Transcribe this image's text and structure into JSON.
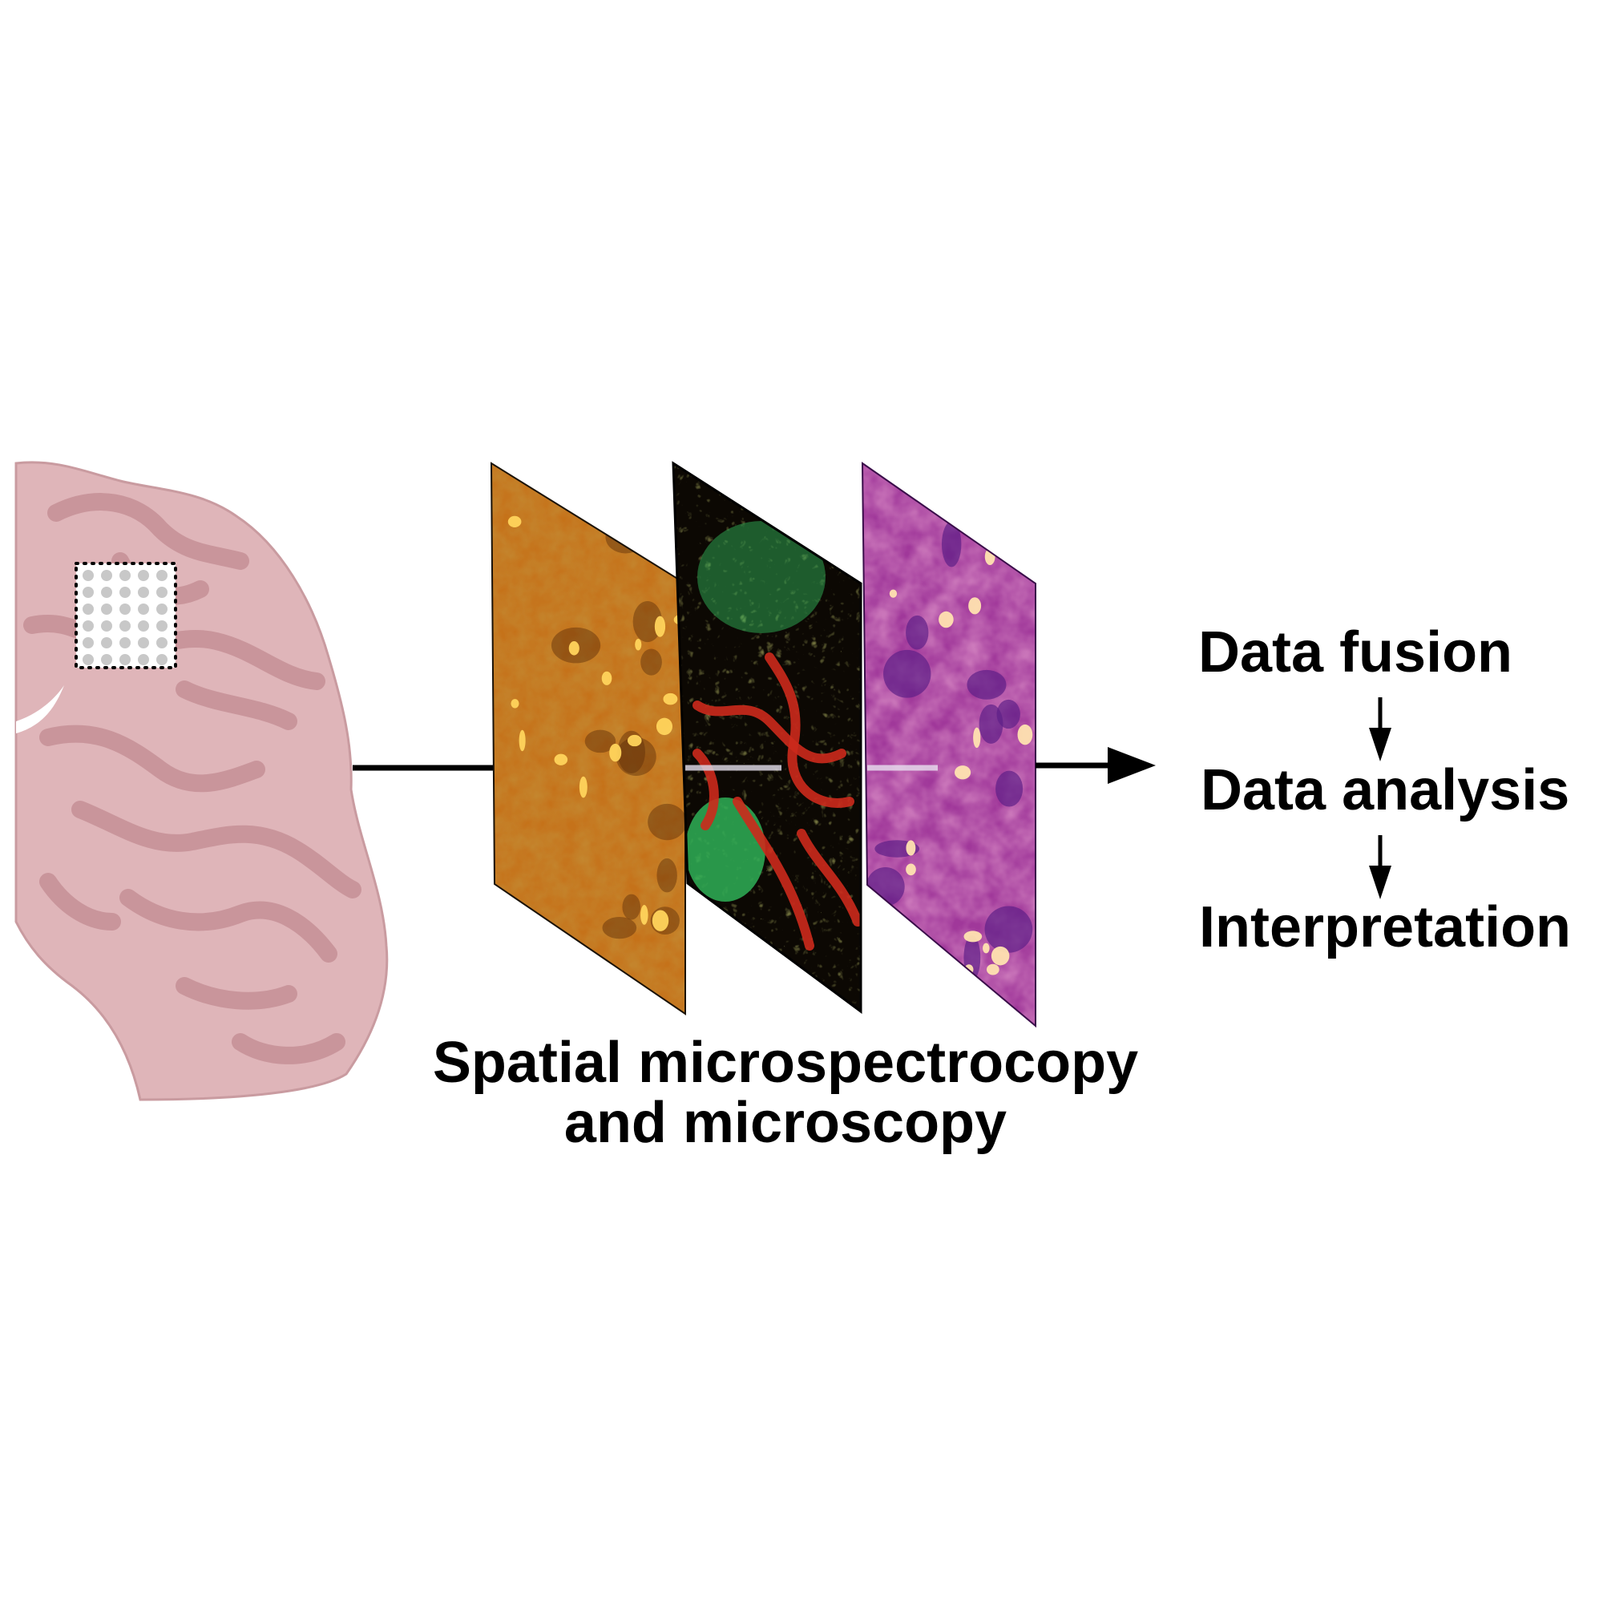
{
  "caption": {
    "line1": "Spatial microspectrocopy",
    "line2": "and microscopy"
  },
  "workflow": {
    "steps": [
      "Data fusion",
      "Data analysis",
      "Interpretation"
    ]
  },
  "panels": [
    {
      "name": "orange-spectral-map",
      "colors": [
        "#c5721a",
        "#8e4a0f",
        "#e0a04a",
        "#5a2c08"
      ]
    },
    {
      "name": "fluorescence-map",
      "colors": [
        "#0c0803",
        "#cc2a1c",
        "#b7c232",
        "#2fb057"
      ]
    },
    {
      "name": "magenta-spectral-map",
      "colors": [
        "#a0389a",
        "#d466a8",
        "#5e1f88",
        "#ffe3b0"
      ]
    }
  ],
  "colors": {
    "brain_fill": "#dfb5b9",
    "brain_edge": "#c99ba0",
    "brain_sulci": "#c9959b",
    "grid_dots": "#c8c8c8",
    "arrow": "#000000"
  },
  "icons": [
    "brain-illustration",
    "sample-grid-icon",
    "arrow-right-icon",
    "arrow-down-icon"
  ]
}
